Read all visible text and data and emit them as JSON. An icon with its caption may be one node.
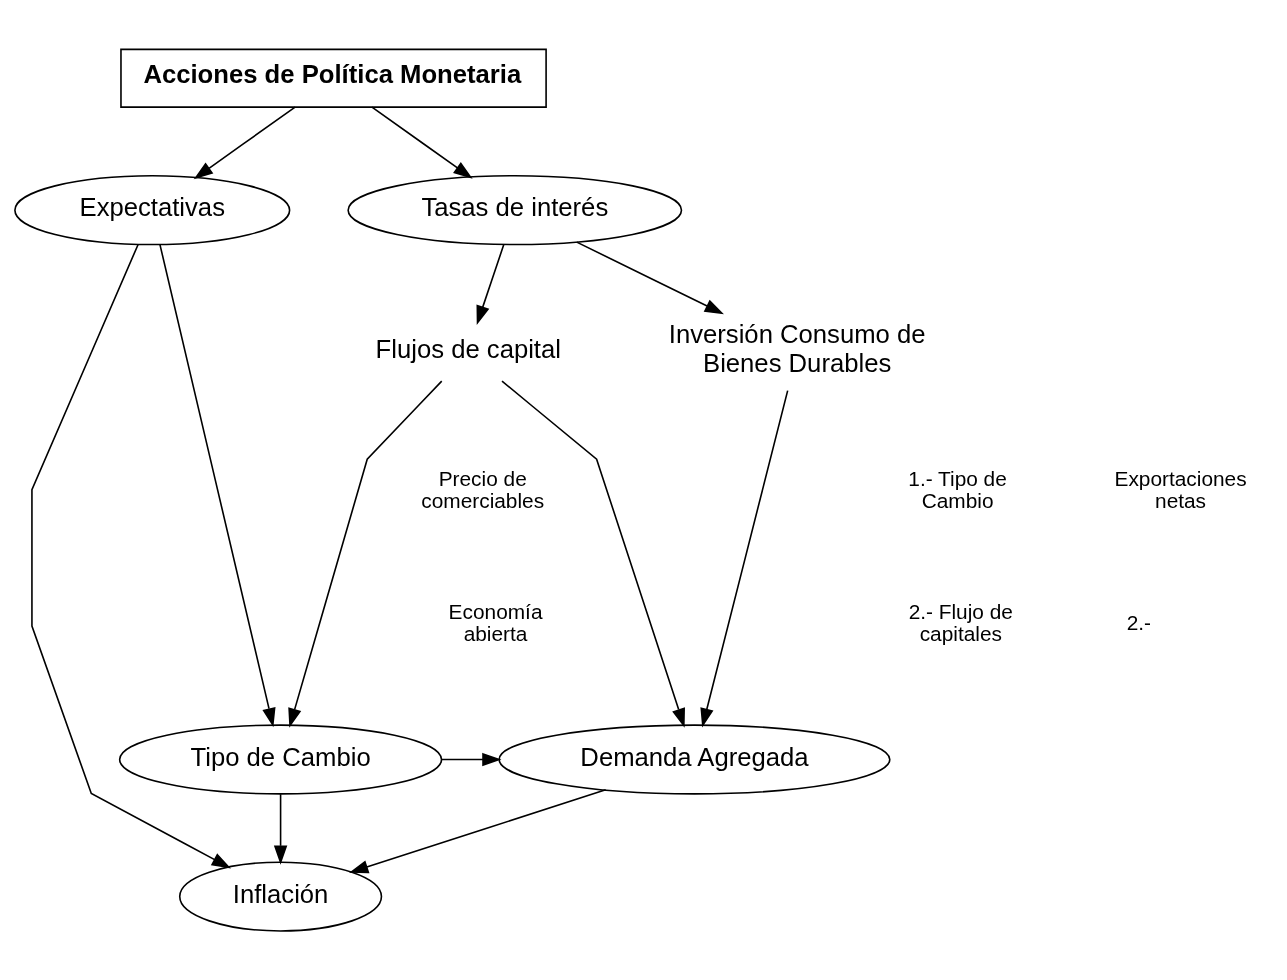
{
  "diagram": {
    "nodes": [
      {
        "text": [
          "Acciones de Política Monetaria"
        ]
      },
      {
        "text": [
          "Expectativas"
        ]
      },
      {
        "text": [
          "Tasas de interés"
        ]
      },
      {
        "text": [
          "Flujos de capital"
        ]
      },
      {
        "text": [
          "Inversión Consumo de Bienes Durables"
        ]
      },
      {
        "text": [
          "Tipo de Cambio"
        ]
      },
      {
        "text": [
          "Demanda Agregada"
        ]
      },
      {
        "text": [
          "Inflación"
        ]
      }
    ],
    "edges": [
      {
        "from": 0,
        "to": 1,
        "arrow": "to"
      },
      {
        "from": 0,
        "to": 2,
        "arrow": "to"
      },
      {
        "from": 1,
        "to": 5,
        "arrow": "to"
      },
      {
        "from": 1,
        "to": 7,
        "arrow": "to"
      },
      {
        "from": 2,
        "to": 3,
        "arrow": "to"
      },
      {
        "from": 2,
        "to": 4,
        "arrow": "to"
      },
      {
        "from": 3,
        "to": 5,
        "arrow": "to"
      },
      {
        "from": 3,
        "to": 6,
        "arrow": "to"
      },
      {
        "from": 4,
        "to": 6,
        "arrow": "to"
      },
      {
        "from": 5,
        "to": 6,
        "arrow": "to"
      },
      {
        "from": 5,
        "to": 7,
        "arrow": "to"
      },
      {
        "from": 6,
        "to": 7,
        "arrow": "to"
      }
    ],
    "labels": [
      "Precio de comerciables",
      "1.- Tipo de Cambio",
      "Exportaciones netas",
      "Economía abierta",
      "2.- Flujo de capitales",
      "2.-"
    ]
  }
}
